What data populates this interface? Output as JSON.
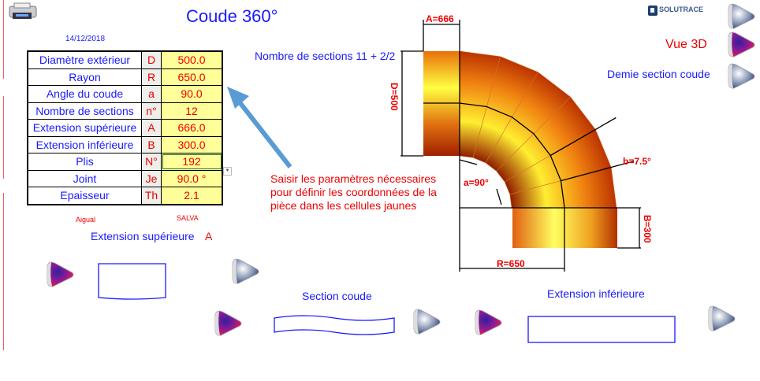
{
  "title": "Coude 360°",
  "date": "14/12/2018",
  "logo_text": "SOLUTRACE",
  "params": [
    {
      "label": "Diamètre extérieur",
      "sym": "D",
      "value": "500.0"
    },
    {
      "label": "Rayon",
      "sym": "R",
      "value": "650.0"
    },
    {
      "label": "Angle du coude",
      "sym": "a",
      "value": "90.0"
    },
    {
      "label": "Nombre de sections",
      "sym": "n°",
      "value": "12"
    },
    {
      "label": "Extension supérieure",
      "sym": "A",
      "value": "666.0"
    },
    {
      "label": "Extension inférieure",
      "sym": "B",
      "value": "300.0"
    },
    {
      "label": "Plis",
      "sym": "N°",
      "value": "192"
    },
    {
      "label": "Joint",
      "sym": "Je",
      "value": "90.0 °"
    },
    {
      "label": "Epaisseur",
      "sym": "Th",
      "value": "2.1"
    }
  ],
  "author_left": "Aigual",
  "author_right": "SALVA",
  "sections_text": "Nombre de sections 11 + 2/2",
  "instructions": "Saisir les paramètres nécessaires pour définir les coordonnées de la pièce dans les cellules jaunes",
  "ext_sup_label": "Extension supérieure",
  "ext_sup_sym": "A",
  "section_coude_label": "Section coude",
  "ext_inf_label": "Extension inférieure",
  "vue3d_label": "Vue 3D",
  "demie_label": "Demie section coude",
  "dims": {
    "A": "A=666",
    "D": "D=500",
    "a": "a=90°",
    "b": "b=7.5°",
    "B": "B=300",
    "R": "R=650"
  }
}
